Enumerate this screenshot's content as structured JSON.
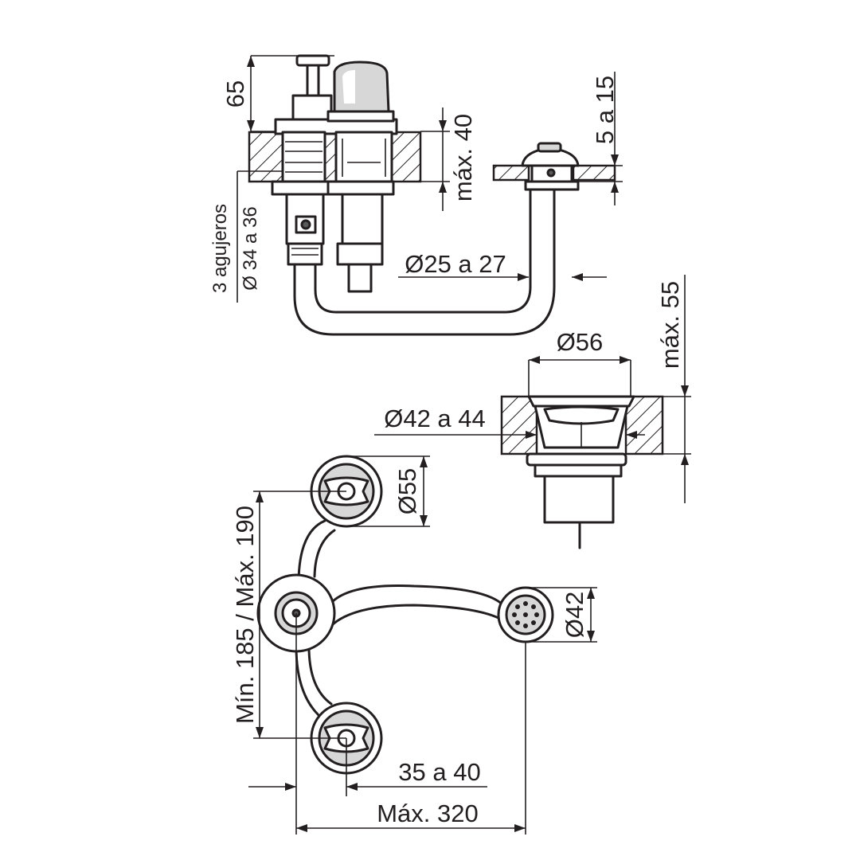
{
  "dimensions": {
    "height_65": "65",
    "max_40": "máx. 40",
    "range_5_15": "5 a 15",
    "holes_line1": "3 agujeros",
    "holes_line2": "Ø 34 a 36",
    "dia_25_27": "Ø25 a 27",
    "max_55": "máx. 55",
    "dia_56": "Ø56",
    "dia_42_44": "Ø42 a 44",
    "dia_55": "Ø55",
    "min_max_185_190": "Mín. 185 / Máx. 190",
    "dia_42": "Ø42",
    "range_35_40": "35 a 40",
    "max_320": "Máx. 320"
  },
  "colors": {
    "ink": "#231f20",
    "hatch_fill": "#d7d7d7",
    "background": "#ffffff"
  }
}
